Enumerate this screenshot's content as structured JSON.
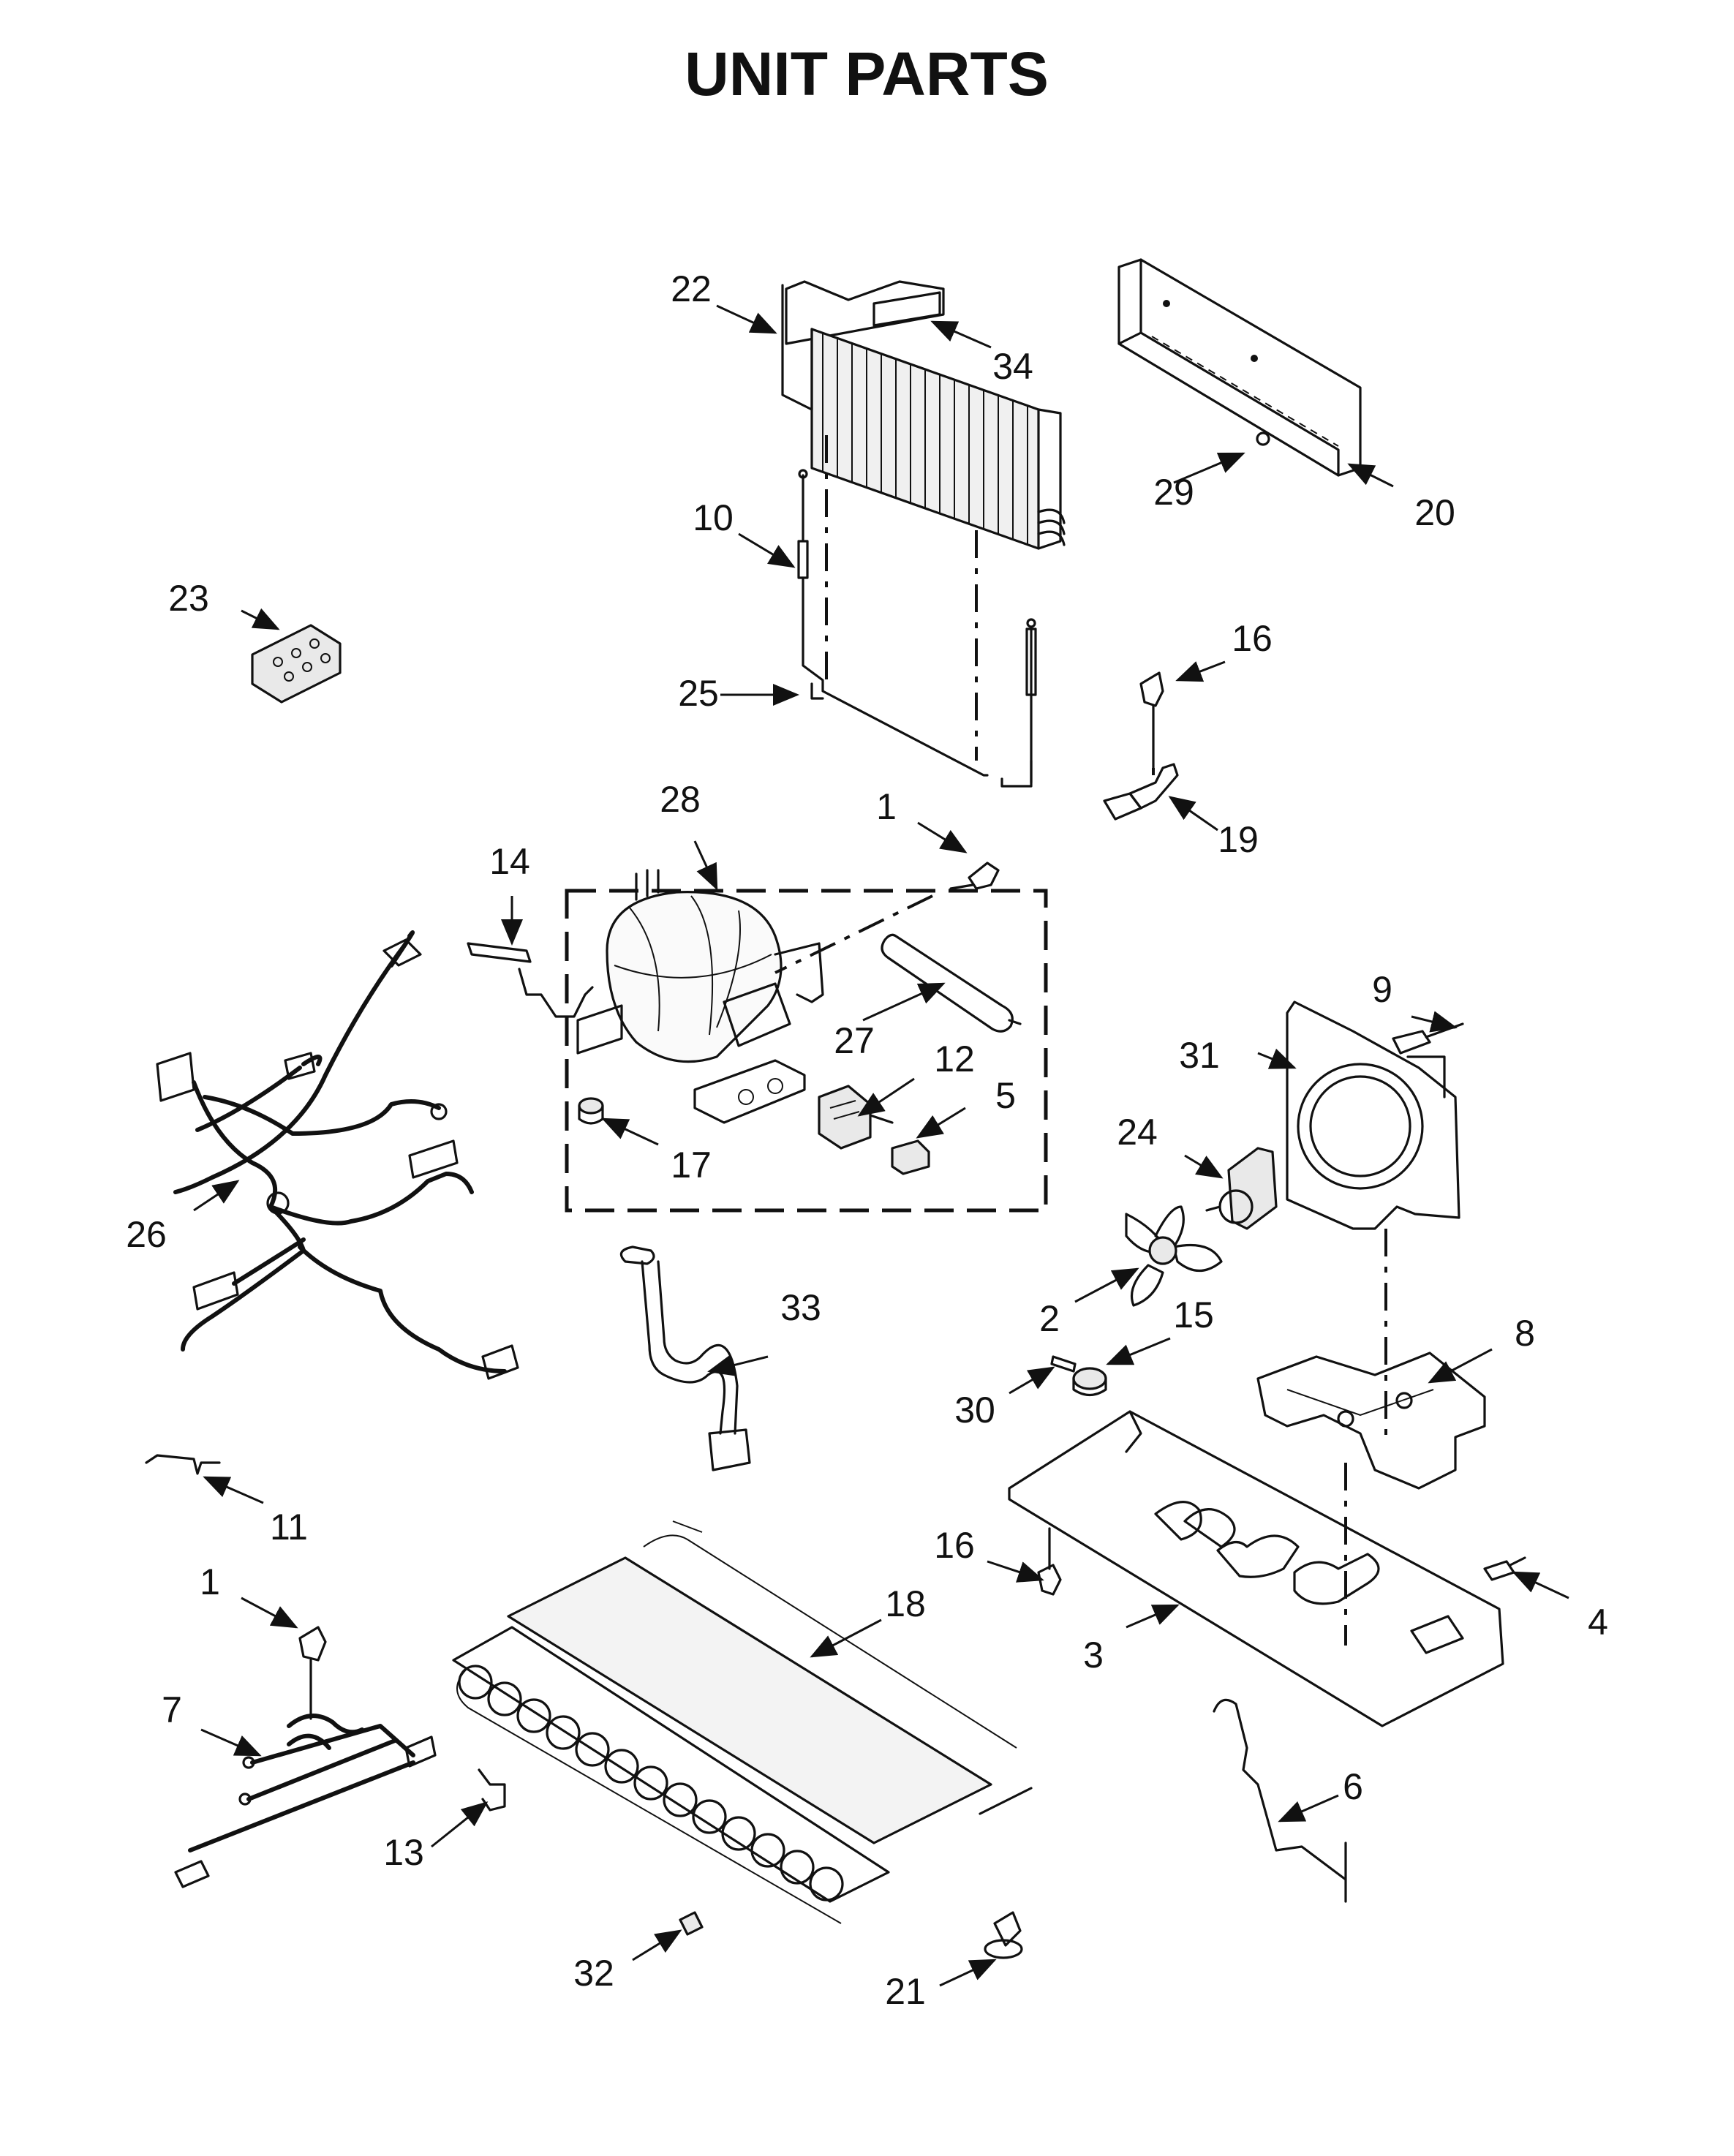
{
  "title": "UNIT PARTS",
  "callouts": [
    {
      "id": "c1a",
      "label": "1"
    },
    {
      "id": "c1b",
      "label": "1"
    },
    {
      "id": "c2",
      "label": "2"
    },
    {
      "id": "c3",
      "label": "3"
    },
    {
      "id": "c4",
      "label": "4"
    },
    {
      "id": "c5",
      "label": "5"
    },
    {
      "id": "c6",
      "label": "6"
    },
    {
      "id": "c7",
      "label": "7"
    },
    {
      "id": "c8",
      "label": "8"
    },
    {
      "id": "c9",
      "label": "9"
    },
    {
      "id": "c10",
      "label": "10"
    },
    {
      "id": "c11",
      "label": "11"
    },
    {
      "id": "c12",
      "label": "12"
    },
    {
      "id": "c13",
      "label": "13"
    },
    {
      "id": "c14",
      "label": "14"
    },
    {
      "id": "c15",
      "label": "15"
    },
    {
      "id": "c16a",
      "label": "16"
    },
    {
      "id": "c16b",
      "label": "16"
    },
    {
      "id": "c17",
      "label": "17"
    },
    {
      "id": "c18",
      "label": "18"
    },
    {
      "id": "c19",
      "label": "19"
    },
    {
      "id": "c20",
      "label": "20"
    },
    {
      "id": "c21",
      "label": "21"
    },
    {
      "id": "c22",
      "label": "22"
    },
    {
      "id": "c23",
      "label": "23"
    },
    {
      "id": "c24",
      "label": "24"
    },
    {
      "id": "c25",
      "label": "25"
    },
    {
      "id": "c26",
      "label": "26"
    },
    {
      "id": "c27",
      "label": "27"
    },
    {
      "id": "c28",
      "label": "28"
    },
    {
      "id": "c29",
      "label": "29"
    },
    {
      "id": "c30",
      "label": "30"
    },
    {
      "id": "c31",
      "label": "31"
    },
    {
      "id": "c32",
      "label": "32"
    },
    {
      "id": "c33",
      "label": "33"
    },
    {
      "id": "c34",
      "label": "34"
    }
  ]
}
